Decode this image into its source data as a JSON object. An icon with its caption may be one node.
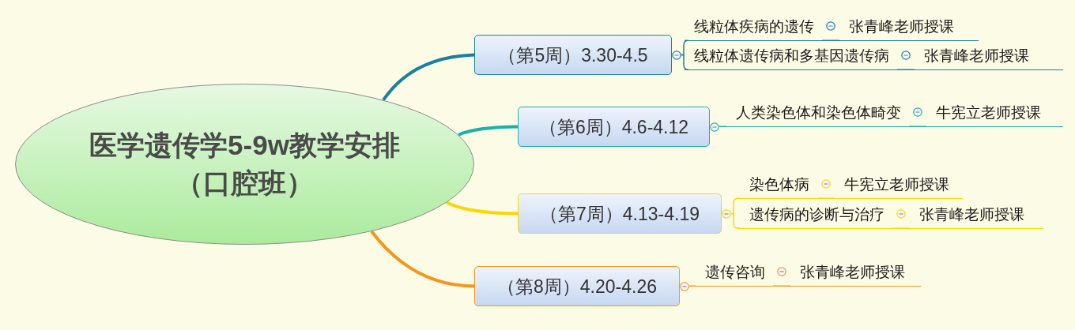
{
  "diagram": {
    "nodes": [
      {
        "text": [
          "医学遗传学5-9w教学安排（口腔班）"
        ]
      },
      {
        "text": [
          "（第5周）3.30-4.5"
        ]
      },
      {
        "text": [
          "线粒体疾病的遗传"
        ]
      },
      {
        "text": [
          "张青峰老师授课"
        ]
      },
      {
        "text": [
          "线粒体遗传病和多基因遗传病"
        ]
      },
      {
        "text": [
          "张青峰老师授课"
        ]
      },
      {
        "text": [
          "（第6周）4.6-4.12"
        ]
      },
      {
        "text": [
          "人类染色体和染色体畸变"
        ]
      },
      {
        "text": [
          "牛宪立老师授课"
        ]
      },
      {
        "text": [
          "（第7周）4.13-4.19"
        ]
      },
      {
        "text": [
          "染色体病"
        ]
      },
      {
        "text": [
          "牛宪立老师授课"
        ]
      },
      {
        "text": [
          "遗传病的诊断与治疗"
        ]
      },
      {
        "text": [
          "张青峰老师授课"
        ]
      },
      {
        "text": [
          "（第8周）4.20-4.26"
        ]
      },
      {
        "text": [
          "遗传咨询"
        ]
      },
      {
        "text": [
          "张青峰老师授课"
        ]
      }
    ],
    "edges": [
      {
        "from": 0,
        "to": 1,
        "arrow": "none",
        "style": "thick",
        "color": "#1a80a0"
      },
      {
        "from": 1,
        "to": 2,
        "arrow": "none",
        "color": "#1a80a0"
      },
      {
        "from": 2,
        "to": 3,
        "arrow": "none",
        "color": "#1a80a0"
      },
      {
        "from": 1,
        "to": 4,
        "arrow": "none",
        "color": "#1a80a0"
      },
      {
        "from": 4,
        "to": 5,
        "arrow": "none",
        "color": "#1a80a0"
      },
      {
        "from": 0,
        "to": 6,
        "arrow": "none",
        "style": "thick",
        "color": "#1ab2a8"
      },
      {
        "from": 6,
        "to": 7,
        "arrow": "none",
        "color": "#1ab2a8"
      },
      {
        "from": 7,
        "to": 8,
        "arrow": "none",
        "color": "#1ab2a8"
      },
      {
        "from": 0,
        "to": 9,
        "arrow": "none",
        "style": "thick",
        "color": "#ffd500"
      },
      {
        "from": 9,
        "to": 10,
        "arrow": "none",
        "color": "#ffd500"
      },
      {
        "from": 10,
        "to": 11,
        "arrow": "none",
        "color": "#ffd500"
      },
      {
        "from": 9,
        "to": 12,
        "arrow": "none",
        "color": "#ffd500"
      },
      {
        "from": 12,
        "to": 13,
        "arrow": "none",
        "color": "#ffd500"
      },
      {
        "from": 0,
        "to": 14,
        "arrow": "none",
        "style": "thick",
        "color": "#f7951a"
      },
      {
        "from": 14,
        "to": 15,
        "arrow": "none",
        "color": "#f7951a"
      },
      {
        "from": 15,
        "to": 16,
        "arrow": "none",
        "color": "#f7951a"
      }
    ]
  }
}
